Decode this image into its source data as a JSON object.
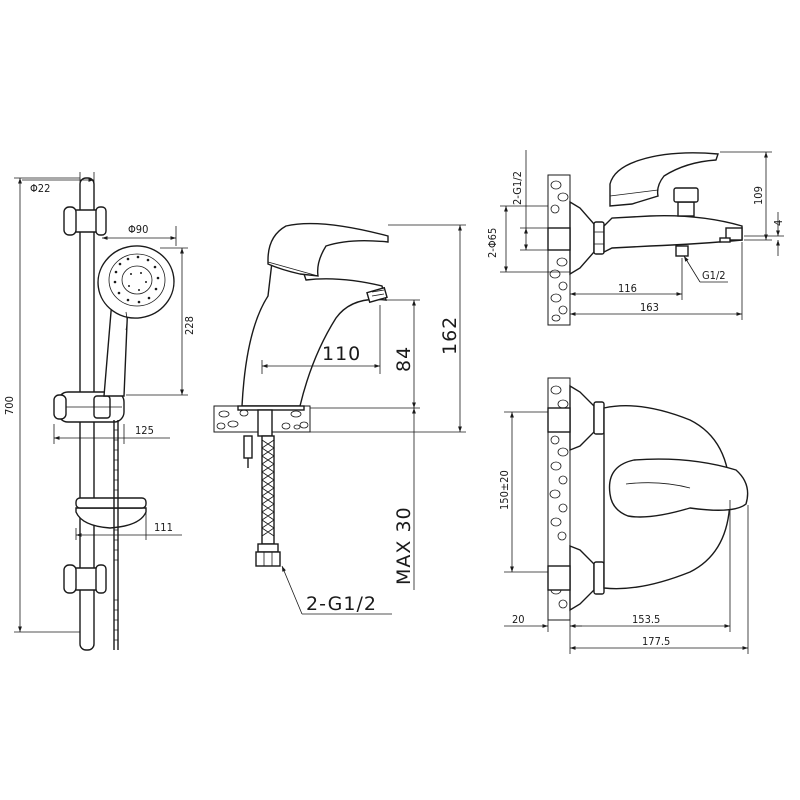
{
  "shower_set": {
    "rail_diameter": "Φ22",
    "head_diameter": "Φ90",
    "head_height": "228",
    "total_height": "700",
    "holder_depth": "125",
    "dish_depth": "111"
  },
  "basin_mixer": {
    "spout_reach": "110",
    "spout_height": "84",
    "total_height": "162",
    "max_thickness": "MAX 30",
    "connection": "2-G1/2"
  },
  "bath_mixer": {
    "inlet_diameter": "2-Φ65",
    "inlet_thread": "2-G1/2",
    "height": "109",
    "spout_offset": "4",
    "outlet_thread": "G1/2",
    "depth_116": "116",
    "depth_163": "163",
    "centers": "150±20",
    "wall_offset": "20",
    "depth_153": "153.5",
    "depth_177": "177.5"
  }
}
